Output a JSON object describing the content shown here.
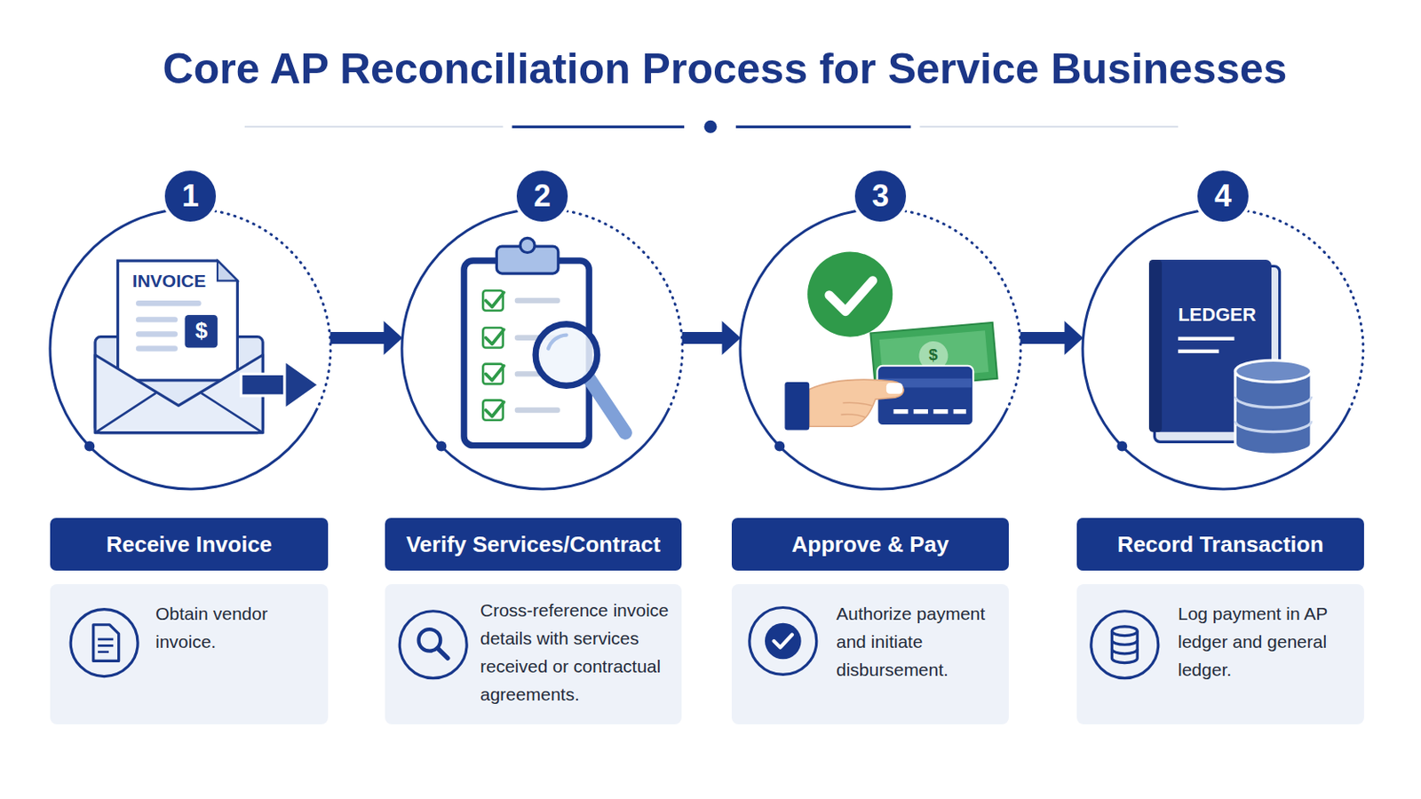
{
  "diagram": {
    "title": "Core AP Reconciliation Process for Service Businesses",
    "nodes": [
      {
        "text": [
          "1",
          "INVOICE",
          "$"
        ]
      },
      {
        "text": [
          "Receive Invoice"
        ]
      },
      {
        "text": [
          "Obtain vendor invoice."
        ]
      },
      {
        "text": [
          "2"
        ]
      },
      {
        "text": [
          "Verify Services/Contract"
        ]
      },
      {
        "text": [
          "Cross-reference invoice details with services received or contractual agreements."
        ]
      },
      {
        "text": [
          "3",
          "$"
        ]
      },
      {
        "text": [
          "Approve & Pay"
        ]
      },
      {
        "text": [
          "Authorize payment and initiate disbursement."
        ]
      },
      {
        "text": [
          "4",
          "LEDGER"
        ]
      },
      {
        "text": [
          "Record Transaction"
        ]
      },
      {
        "text": [
          "Log payment in AP ledger and general ledger."
        ]
      }
    ],
    "edges": [
      {
        "from": 0,
        "to": 3,
        "arrow": "to"
      },
      {
        "from": 3,
        "to": 6,
        "arrow": "to"
      },
      {
        "from": 6,
        "to": 9,
        "arrow": "to"
      }
    ]
  }
}
